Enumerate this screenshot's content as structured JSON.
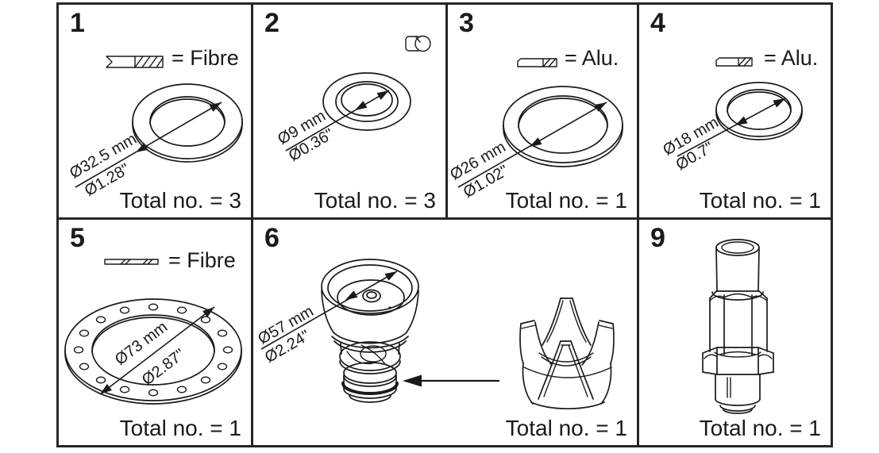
{
  "page": {
    "background": "#ffffff",
    "ink": "#1a1a1a",
    "border_color": "#262626"
  },
  "panels": [
    {
      "num": "1",
      "legend": "= Fibre",
      "dim_mm": "Ø32.5 mm",
      "dim_in": "Ø1.28\"",
      "total": "Total no. = 3"
    },
    {
      "num": "2",
      "dim_mm": "Ø9 mm",
      "dim_in": "Ø0.36\"",
      "total": "Total no. = 3"
    },
    {
      "num": "3",
      "legend": "= Alu.",
      "dim_mm": "Ø26 mm",
      "dim_in": "Ø1.02\"",
      "total": "Total no. = 1"
    },
    {
      "num": "4",
      "legend": "= Alu.",
      "dim_mm": "Ø18 mm",
      "dim_in": "Ø0.7\"",
      "total": "Total no. = 1"
    },
    {
      "num": "5",
      "legend": "= Fibre",
      "dim_mm": "Ø73 mm",
      "dim_in": "Ø2.87\"",
      "total": "Total no. = 1"
    },
    {
      "num": "6",
      "dim_mm": "Ø57 mm",
      "dim_in": "Ø2.24\"",
      "total": "Total no. = 1"
    },
    {
      "num": "9",
      "total": "Total no. = 1"
    }
  ],
  "icons": {
    "fibre_cross_section": "bar with hatched end and break line",
    "alu_cross_section": "flat bar with hatched end",
    "thin_fibre_cross_section": "thin hatched strip",
    "cylinder": "small cylinder glyph",
    "dimension_arrow": "double-headed diameter arrow",
    "pointer_arrow": "left-pointing arrow"
  }
}
